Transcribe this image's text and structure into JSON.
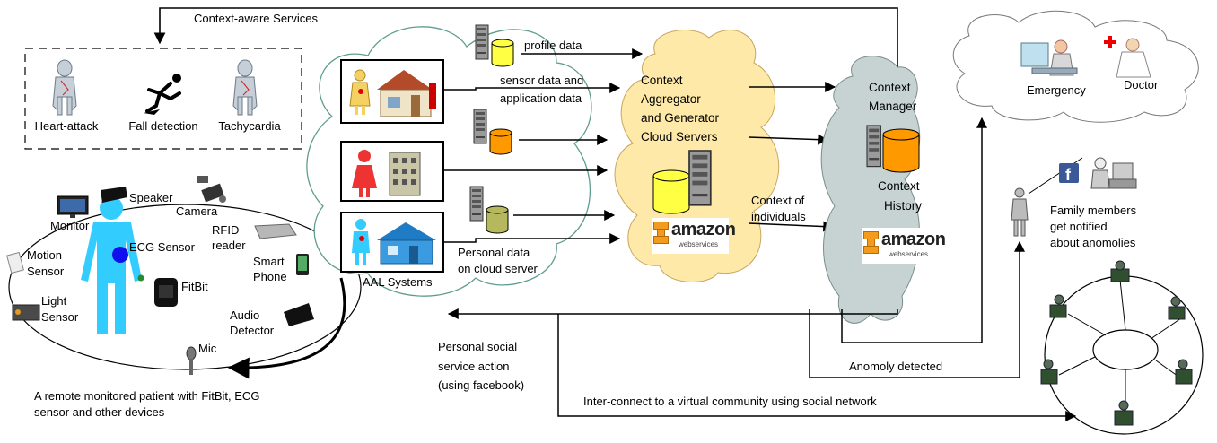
{
  "top_loop": {
    "label": "Context-aware Services"
  },
  "alerts": [
    "Heart-attack",
    "Fall detection",
    "Tachycardia"
  ],
  "devices": {
    "speaker": "Speaker",
    "monitor": "Monitor",
    "camera": "Camera",
    "ecg": "ECG Sensor",
    "rfid_line1": "RFID",
    "rfid_line2": "reader",
    "smartphone_line1": "Smart",
    "smartphone_line2": "Phone",
    "motion_line1": "Motion",
    "motion_line2": "Sensor",
    "fitbit": "FitBit",
    "light_line1": "Light",
    "light_line2": "Sensor",
    "audio_line1": "Audio",
    "audio_line2": "Detector",
    "mic": "Mic"
  },
  "patient_caption": {
    "line1": "A remote monitored patient with FitBit, ECG",
    "line2": "sensor and other devices"
  },
  "aal": {
    "label": "AAL Systems"
  },
  "flows": {
    "profile": "profile data",
    "sensor_line1": "sensor data and",
    "sensor_line2": "application data",
    "personal_line1": "Personal data",
    "personal_line2": "on cloud server",
    "context_ind_line1": "Context of",
    "context_ind_line2": "individuals"
  },
  "aggregator": {
    "line1": "Context",
    "line2": "Aggregator",
    "line3": "and Generator",
    "line4": "Cloud Servers"
  },
  "manager": {
    "line1": "Context",
    "line2": "Manager",
    "history_line1": "Context",
    "history_line2": "History"
  },
  "aws": {
    "word": "amazon",
    "sub": "webservices"
  },
  "emergency": {
    "emergency": "Emergency",
    "doctor": "Doctor"
  },
  "family": {
    "line1": "Family members",
    "line2": "get notified",
    "line3": "about anomolies"
  },
  "social": {
    "line1": "Personal social",
    "line2": "service action",
    "line3": "(using facebook)"
  },
  "anomaly": {
    "label": "Anomoly  detected"
  },
  "community": {
    "label": "Inter-connect to a virtual community using social network"
  },
  "colors": {
    "body": "#33ccff",
    "ecg": "#1010ee",
    "db_yellow": "#ffff44",
    "db_orange": "#ff9900",
    "db_olive": "#b5b85c",
    "cloud_yellow": "#ffe9a8",
    "cloud_gray": "#c7d3d3"
  }
}
